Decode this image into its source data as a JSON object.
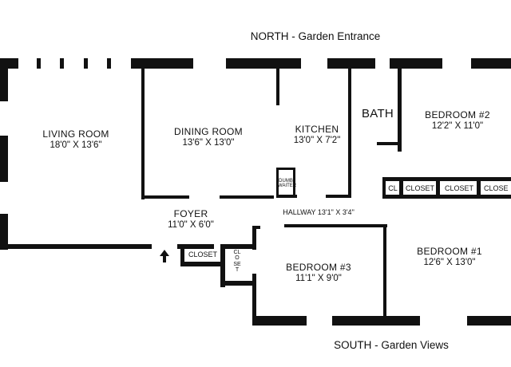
{
  "orientation": {
    "north": "NORTH - Garden  Entrance",
    "south": "SOUTH - Garden Views"
  },
  "rooms": {
    "living": {
      "name": "LIVING ROOM",
      "size": "18'0\" X 13'6\""
    },
    "dining": {
      "name": "DINING ROOM",
      "size": "13'6\" X 13'0\""
    },
    "kitchen": {
      "name": "KITCHEN",
      "size": "13'0\" X 7'2\""
    },
    "bath": {
      "name": "BATH"
    },
    "bedroom2": {
      "name": "BEDROOM #2",
      "size": "12'2\" X 11'0\""
    },
    "foyer": {
      "name": "FOYER",
      "size": "11'0\" X 6'0\""
    },
    "hallway": {
      "name": "HALLWAY 13'1\" X 3'4\""
    },
    "bedroom3": {
      "name": "BEDROOM #3",
      "size": "11'1\" X 9'0\""
    },
    "bedroom1": {
      "name": "BEDROOM #1",
      "size": "12'6\" X 13'0\""
    }
  },
  "fixtures": {
    "dumbwaiter": "DUMB-\nWAITER",
    "closet_short": "CL",
    "closet_a": "CLOSET",
    "closet_b": "CLOSET",
    "closet_c": "CLOSE",
    "closet_foyer": "CLOSET",
    "closet_vertical": "CLOSET"
  },
  "colors": {
    "wall": "#111111",
    "background": "#ffffff"
  },
  "icons": {
    "entry": "entry-arrow-icon"
  }
}
